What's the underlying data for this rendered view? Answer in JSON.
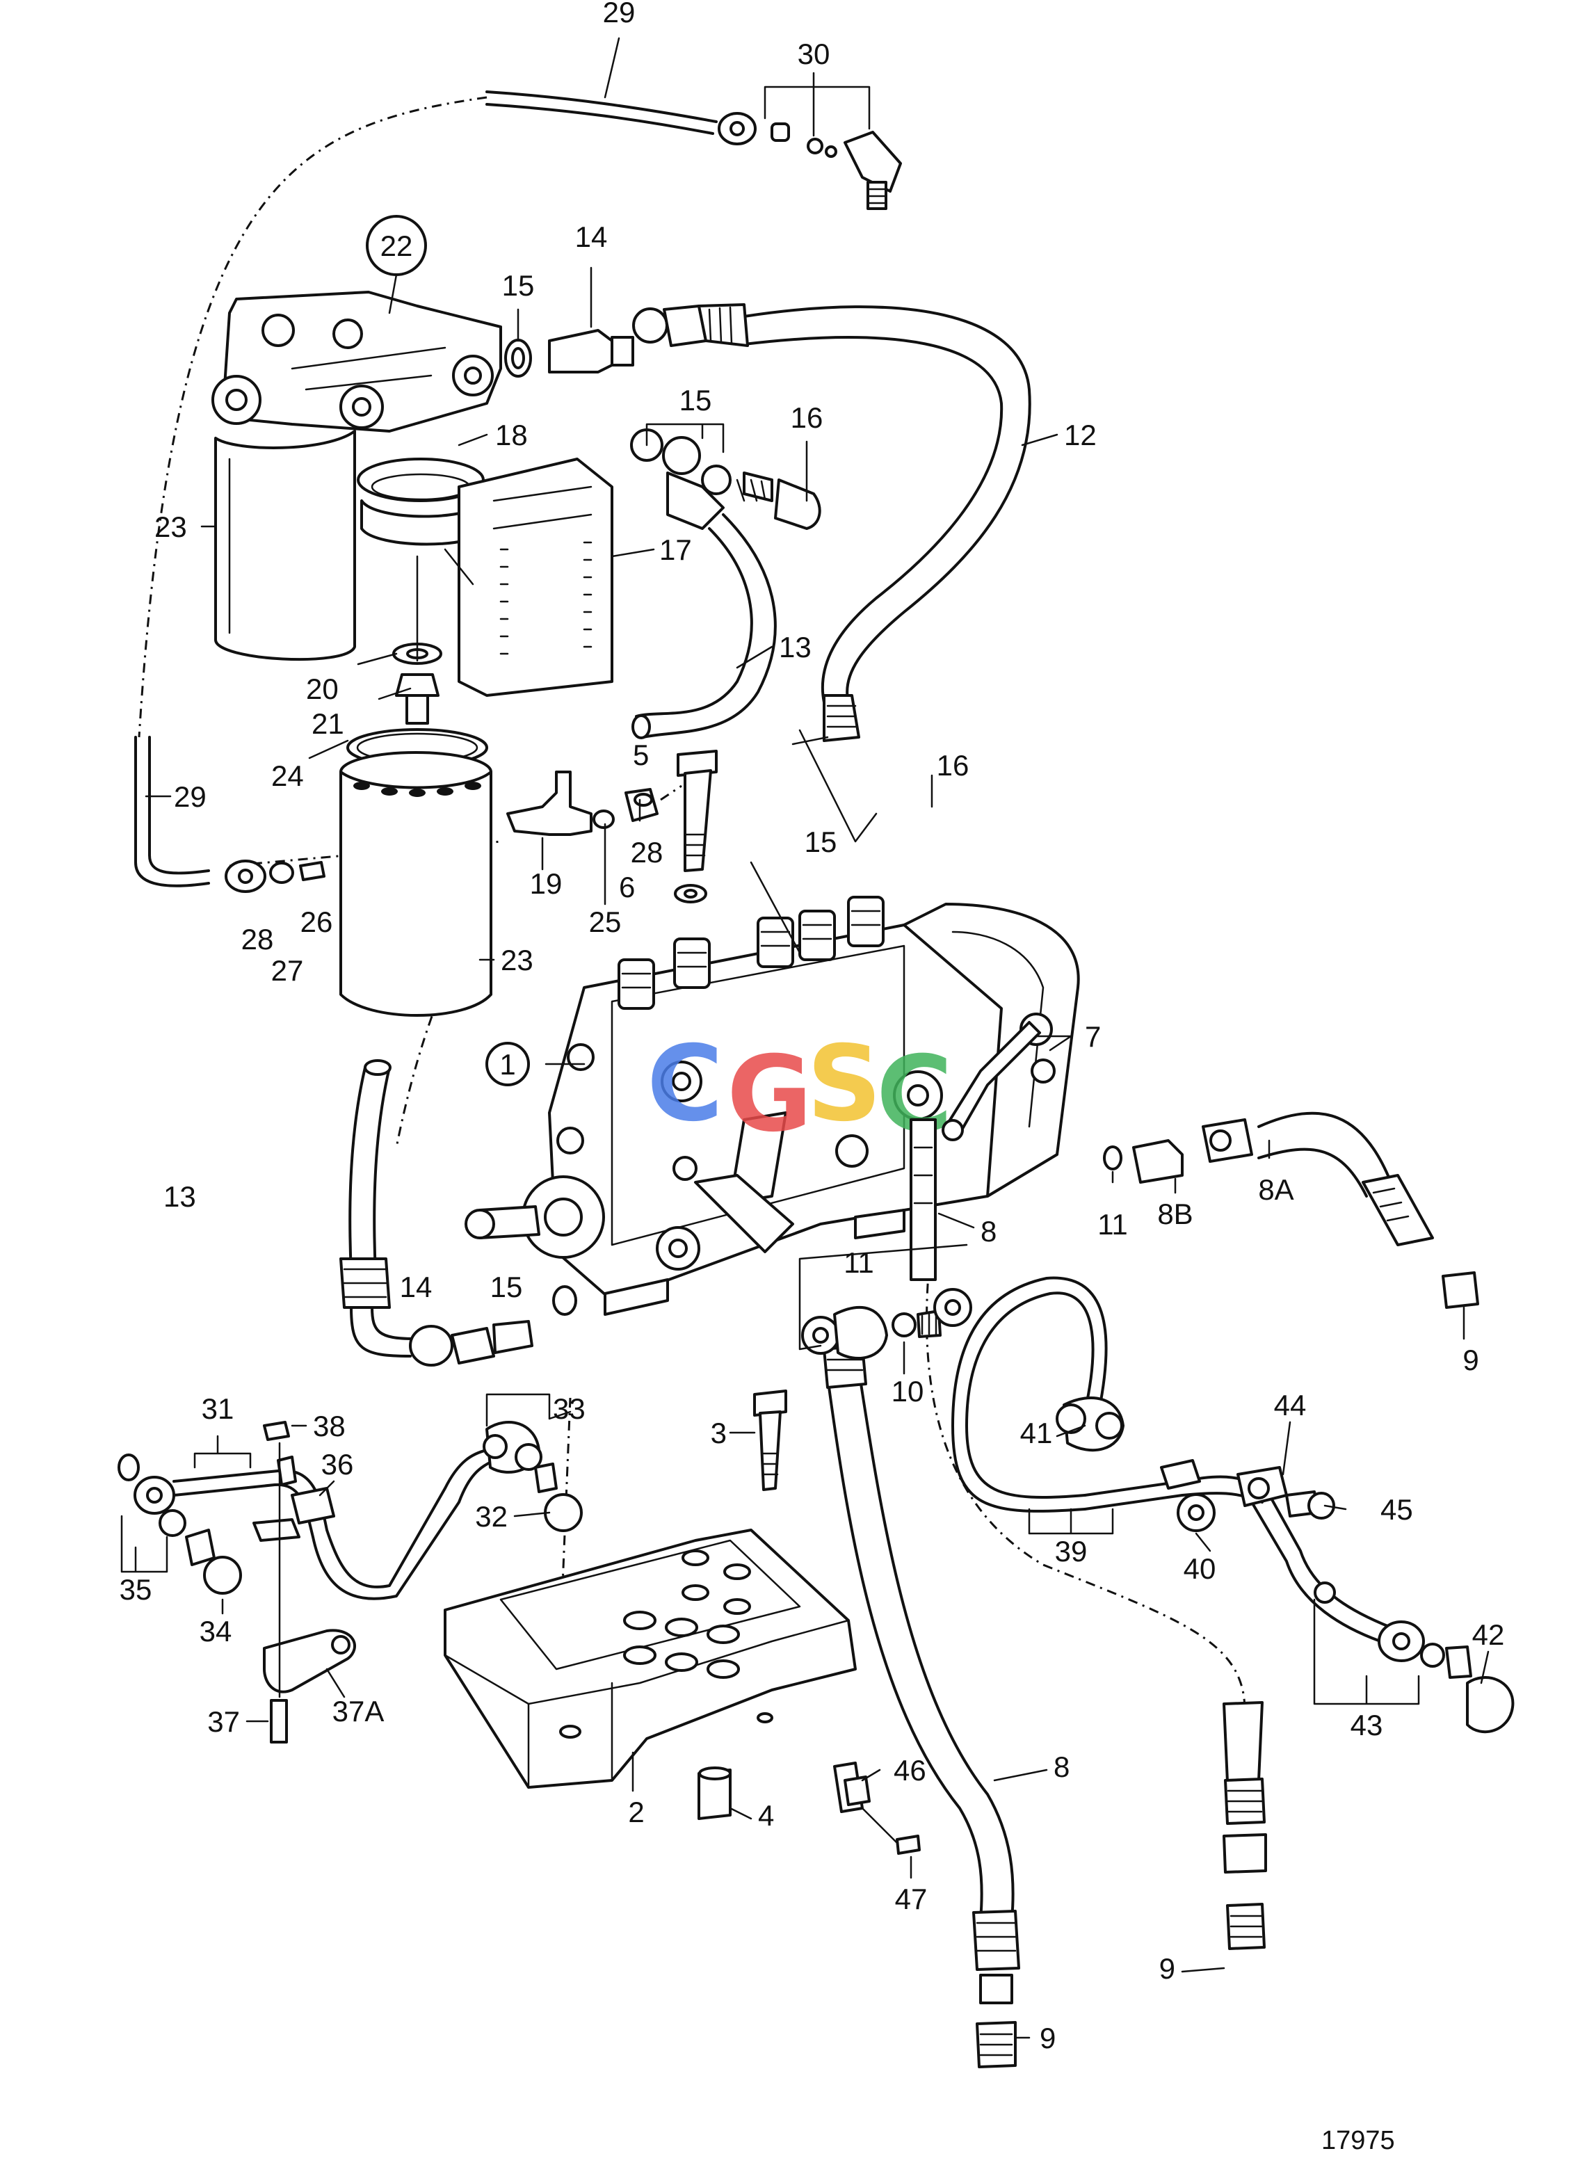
{
  "figure_number": "17975",
  "watermark": {
    "letters": [
      "C",
      "G",
      "S",
      "C"
    ],
    "colors": [
      "#4a7de8",
      "#e84a4a",
      "#f2c230",
      "#3fb35a"
    ]
  },
  "callouts": {
    "c1": "1",
    "c2": "2",
    "c3": "3",
    "c4": "4",
    "c5": "5",
    "c6": "6",
    "c7": "7",
    "c8a": "8",
    "c8b": "8",
    "c8A": "8A",
    "c8B": "8B",
    "c9a": "9",
    "c9b": "9",
    "c9c": "9",
    "c10": "10",
    "c11a": "11",
    "c11b": "11",
    "c12": "12",
    "c13a": "13",
    "c13b": "13",
    "c14a": "14",
    "c14b": "14",
    "c15a": "15",
    "c15b": "15",
    "c15c": "15",
    "c15d": "15",
    "c16a": "16",
    "c16b": "16",
    "c17": "17",
    "c18": "18",
    "c19": "19",
    "c20": "20",
    "c21": "21",
    "c22": "22",
    "c23a": "23",
    "c23b": "23",
    "c24": "24",
    "c25": "25",
    "c26": "26",
    "c27": "27",
    "c28a": "28",
    "c28b": "28",
    "c29a": "29",
    "c29b": "29",
    "c30": "30",
    "c31": "31",
    "c32": "32",
    "c33": "33",
    "c34": "34",
    "c35": "35",
    "c36": "36",
    "c37": "37",
    "c37A": "37A",
    "c38": "38",
    "c39": "39",
    "c40": "40",
    "c41": "41",
    "c42": "42",
    "c43": "43",
    "c44": "44",
    "c45": "45",
    "c46": "46",
    "c47": "47"
  }
}
